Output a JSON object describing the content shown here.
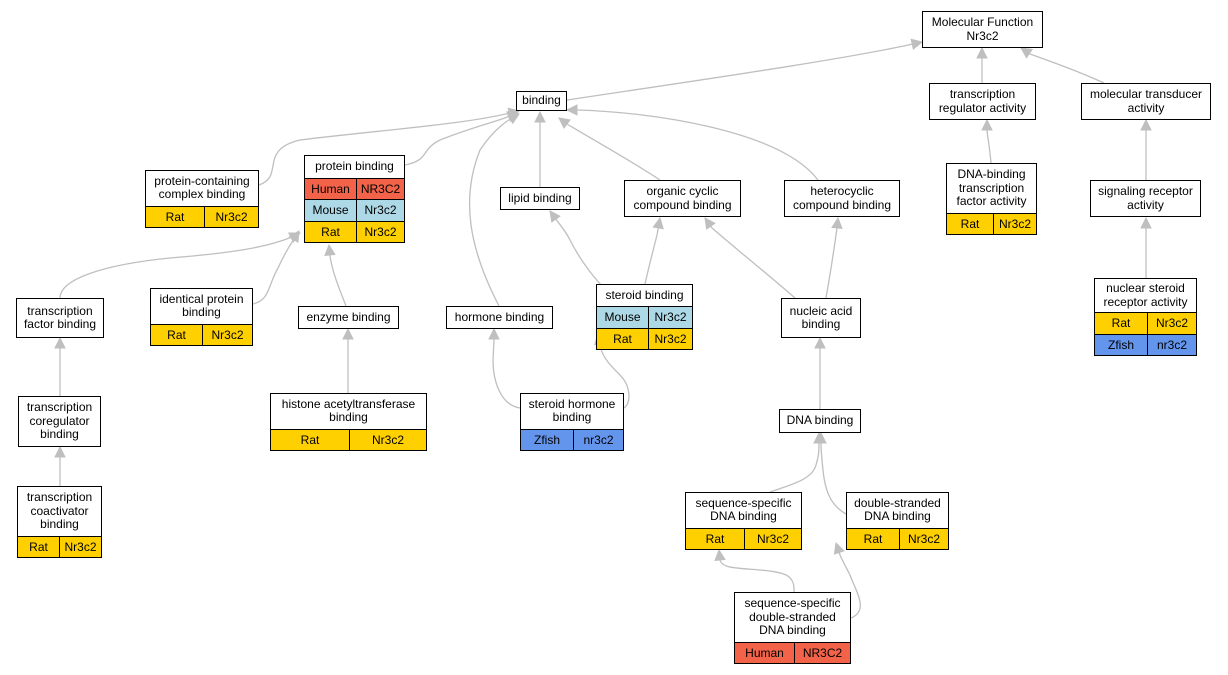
{
  "colors": {
    "Rat": "#ffd000",
    "Mouse": "#add8e6",
    "Human": "#f2634a",
    "Zfish": "#6495ed",
    "edge": "#bfbfbf"
  },
  "nodes": {
    "molecular_function": {
      "label": "Molecular Function\nNr3c2",
      "rows": []
    },
    "binding": {
      "label": "binding",
      "rows": []
    },
    "transcription_regulator_activity": {
      "label": "transcription\nregulator activity",
      "rows": []
    },
    "molecular_transducer_activity": {
      "label": "molecular transducer\nactivity",
      "rows": []
    },
    "protein_containing_complex_binding": {
      "label": "protein-containing\ncomplex binding",
      "rows": [
        {
          "species": "Rat",
          "gene": "Nr3c2"
        }
      ]
    },
    "protein_binding": {
      "label": "protein binding",
      "rows": [
        {
          "species": "Human",
          "gene": "NR3C2"
        },
        {
          "species": "Mouse",
          "gene": "Nr3c2"
        },
        {
          "species": "Rat",
          "gene": "Nr3c2"
        }
      ]
    },
    "lipid_binding": {
      "label": "lipid binding",
      "rows": []
    },
    "organic_cyclic_compound_binding": {
      "label": "organic cyclic\ncompound binding",
      "rows": []
    },
    "heterocyclic_compound_binding": {
      "label": "heterocyclic\ncompound binding",
      "rows": []
    },
    "dna_binding_transcription_factor_activity": {
      "label": "DNA-binding\ntranscription\nfactor activity",
      "rows": [
        {
          "species": "Rat",
          "gene": "Nr3c2"
        }
      ]
    },
    "signaling_receptor_activity": {
      "label": "signaling receptor\nactivity",
      "rows": []
    },
    "transcription_factor_binding": {
      "label": "transcription\nfactor binding",
      "rows": []
    },
    "identical_protein_binding": {
      "label": "identical protein\nbinding",
      "rows": [
        {
          "species": "Rat",
          "gene": "Nr3c2"
        }
      ]
    },
    "enzyme_binding": {
      "label": "enzyme binding",
      "rows": []
    },
    "hormone_binding": {
      "label": "hormone binding",
      "rows": []
    },
    "steroid_binding": {
      "label": "steroid binding",
      "rows": [
        {
          "species": "Mouse",
          "gene": "Nr3c2"
        },
        {
          "species": "Rat",
          "gene": "Nr3c2"
        }
      ]
    },
    "nucleic_acid_binding": {
      "label": "nucleic acid\nbinding",
      "rows": []
    },
    "nuclear_steroid_receptor_activity": {
      "label": "nuclear steroid\nreceptor activity",
      "rows": [
        {
          "species": "Rat",
          "gene": "Nr3c2"
        },
        {
          "species": "Zfish",
          "gene": "nr3c2"
        }
      ]
    },
    "transcription_coregulator_binding": {
      "label": "transcription\ncoregulator\nbinding",
      "rows": []
    },
    "histone_acetyltransferase_binding": {
      "label": "histone acetyltransferase\nbinding",
      "rows": [
        {
          "species": "Rat",
          "gene": "Nr3c2"
        }
      ]
    },
    "steroid_hormone_binding": {
      "label": "steroid hormone\nbinding",
      "rows": [
        {
          "species": "Zfish",
          "gene": "nr3c2"
        }
      ]
    },
    "dna_binding": {
      "label": "DNA binding",
      "rows": []
    },
    "transcription_coactivator_binding": {
      "label": "transcription\ncoactivator\nbinding",
      "rows": [
        {
          "species": "Rat",
          "gene": "Nr3c2"
        }
      ]
    },
    "sequence_specific_dna_binding": {
      "label": "sequence-specific\nDNA binding",
      "rows": [
        {
          "species": "Rat",
          "gene": "Nr3c2"
        }
      ]
    },
    "double_stranded_dna_binding": {
      "label": "double-stranded\nDNA binding",
      "rows": [
        {
          "species": "Rat",
          "gene": "Nr3c2"
        }
      ]
    },
    "sequence_specific_double_stranded_dna_binding": {
      "label": "sequence-specific\ndouble-stranded\nDNA binding",
      "rows": [
        {
          "species": "Human",
          "gene": "NR3C2"
        }
      ]
    }
  }
}
